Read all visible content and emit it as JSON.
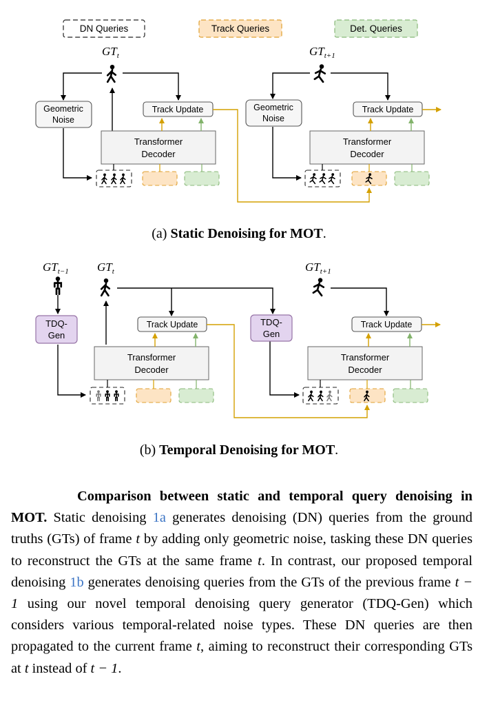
{
  "legend": {
    "dn": "DN Queries",
    "track": "Track Queries",
    "det": "Det. Queries"
  },
  "panel_a": {
    "gt_left": "GT",
    "gt_left_sub": "t",
    "gt_right": "GT",
    "gt_right_sub": "t+1",
    "noise_label_line1": "Geometric",
    "noise_label_line2": "Noise",
    "track_update": "Track Update",
    "decoder_line1": "Transformer",
    "decoder_line2": "Decoder",
    "caption_prefix": "(a) ",
    "caption_bold": "Static Denoising for MOT",
    "caption_suffix": "."
  },
  "panel_b": {
    "gt_prev": "GT",
    "gt_prev_sub": "t−1",
    "gt_left": "GT",
    "gt_left_sub": "t",
    "gt_right": "GT",
    "gt_right_sub": "t+1",
    "gen_line1": "TDQ-",
    "gen_line2": "Gen",
    "track_update": "Track Update",
    "decoder_line1": "Transformer",
    "decoder_line2": "Decoder",
    "caption_prefix": "(b) ",
    "caption_bold": "Temporal Denoising for MOT",
    "caption_suffix": "."
  },
  "caption": {
    "lead": "Comparison between static and temporal query denoising in MOT.",
    "part1": " Static denoising ",
    "ref1": "1a",
    "part2": " generates denoising (DN) queries from the ground truths (GTs) of frame ",
    "var_t1": "t",
    "part3": " by adding only geometric noise, tasking these DN queries to reconstruct the GTs at the same frame ",
    "var_t2": "t",
    "part4": ". In contrast, our proposed temporal denoising ",
    "ref2": "1b",
    "part5": " generates denoising queries from the GTs of the previous frame ",
    "var_tm1": "t − 1",
    "part6": " using our novel temporal denoising query generator (TDQ-Gen) which considers various temporal-related noise types. These DN queries are then propagated to the current frame ",
    "var_t3": "t",
    "part7": ", aiming to reconstruct their corresponding GTs at ",
    "var_t4": "t",
    "part8": " instead of ",
    "var_tm1b": "t − 1",
    "part9": "."
  },
  "colors": {
    "dn_border": "#222222",
    "track_fill": "#fde4c4",
    "track_border": "#e0a030",
    "det_fill": "#d8ecd2",
    "det_border": "#88b878",
    "arrow_gold": "#d4a000",
    "arrow_green": "#82b36b",
    "decoder_fill": "#f3f3f3",
    "box_fill": "#f6f6f6",
    "gen_fill": "#e3d4ef",
    "gen_border": "#9673a6",
    "ref_blue": "#3b74c4"
  },
  "icons": [
    "walking-person-icon",
    "running-person-icon",
    "standing-person-icon"
  ]
}
